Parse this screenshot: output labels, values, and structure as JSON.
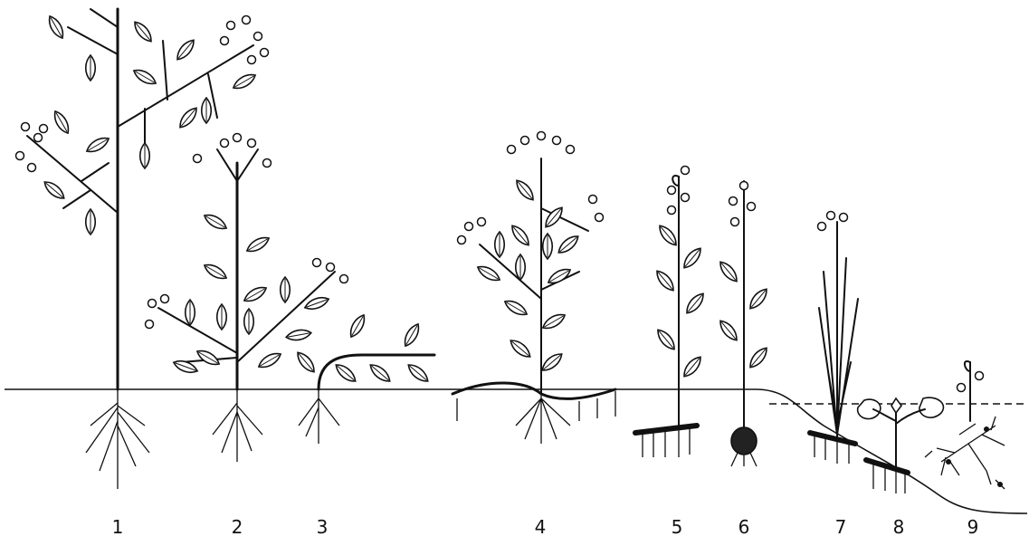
{
  "figure": {
    "labels": [
      "1",
      "2",
      "3",
      "4",
      "5",
      "6",
      "7",
      "8",
      "9"
    ]
  },
  "icons": [
    "tree-plant-icon",
    "bush-plant-icon",
    "creeping-plant-icon",
    "rhizome-plant-icon",
    "bulb-plant-icon",
    "grass-plant-icon",
    "floating-leaf-plant-icon",
    "submerged-plant-icon"
  ]
}
